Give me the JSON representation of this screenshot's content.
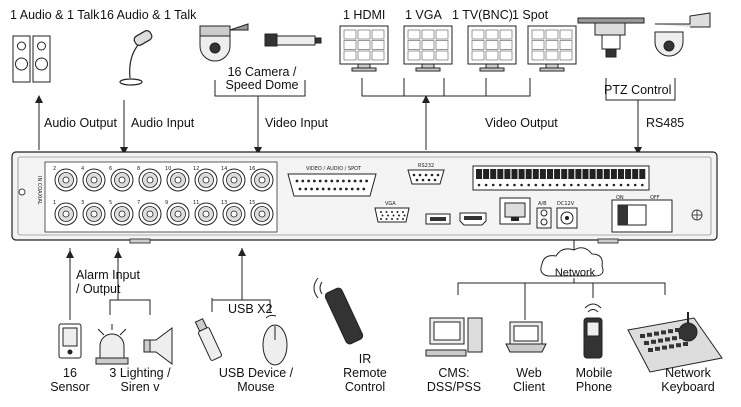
{
  "diagram": {
    "top_labels": {
      "audio_talk": "1 Audio  & 1 Talk",
      "audio_talk_16": "16 Audio & 1 Talk",
      "camera": "16 Camera /\nSpeed Dome",
      "hdmi": "1 HDMI",
      "vga": "1 VGA",
      "tv": "1 TV(BNC)",
      "spot": "1 Spot",
      "ptz": "PTZ Control"
    },
    "connection_labels": {
      "audio_output": "Audio  Output",
      "audio_input": "Audio  Input",
      "video_input": "Video Input",
      "video_output": "Video Output",
      "rs485": "RS485",
      "alarm": "Alarm Input\n/ Output",
      "usb": "USB X2",
      "network": "Network"
    },
    "panel_labels": {
      "video_audio_spot": "VIDEO / AUDIO / SPOT",
      "rs232": "RS232",
      "vga": "VGA",
      "ab": "A/B",
      "dc": "DC12V",
      "on": "ON",
      "off": "OFF",
      "in_coaxial": "IN COAXIAL"
    },
    "bottom_labels": {
      "sensor": "16\nSensor",
      "lighting": "3 Lighting /\nSiren v",
      "usb_device": "USB Device /\nMouse",
      "ir": "IR\nRemote\nControl",
      "cms": "CMS:\nDSS/PSS",
      "web": "Web\nClient",
      "mobile": "Mobile\nPhone",
      "keyboard": "Network\nKeyboard"
    },
    "bnc_top_numbers": [
      "2",
      "4",
      "6",
      "8",
      "10",
      "12",
      "14",
      "16"
    ],
    "bnc_bottom_numbers": [
      "1",
      "3",
      "5",
      "7",
      "9",
      "11",
      "13",
      "15"
    ]
  }
}
